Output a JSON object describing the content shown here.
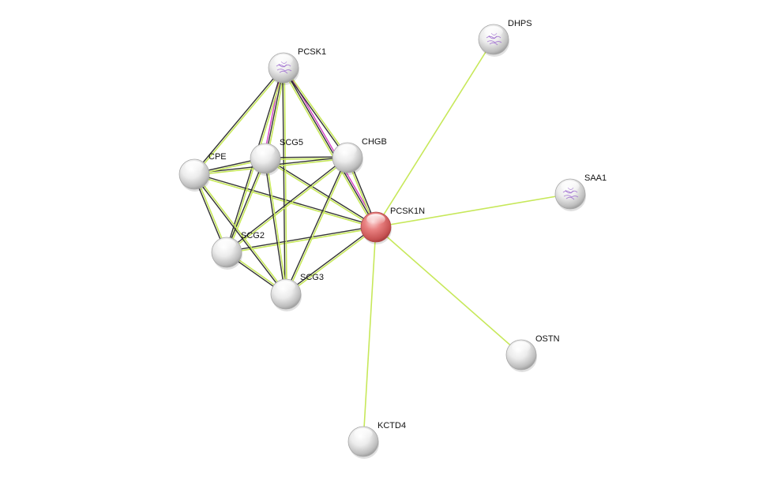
{
  "network": {
    "query_node": "PCSK1N",
    "colors": {
      "query_node": "#e06666",
      "node": "#e6e6e6",
      "edge_textmining": "#c7e85a",
      "edge_coexpression": "#333333",
      "edge_experimental": "#d43fc4",
      "structure_glyph": "#a070d0"
    },
    "nodes": [
      {
        "id": "PCSK1N",
        "label": "PCSK1N",
        "is_query": true,
        "has_structure": false
      },
      {
        "id": "PCSK1",
        "label": "PCSK1",
        "is_query": false,
        "has_structure": true
      },
      {
        "id": "CHGB",
        "label": "CHGB",
        "is_query": false,
        "has_structure": false
      },
      {
        "id": "SCG5",
        "label": "SCG5",
        "is_query": false,
        "has_structure": false
      },
      {
        "id": "CPE",
        "label": "CPE",
        "is_query": false,
        "has_structure": false
      },
      {
        "id": "SCG2",
        "label": "SCG2",
        "is_query": false,
        "has_structure": false
      },
      {
        "id": "SCG3",
        "label": "SCG3",
        "is_query": false,
        "has_structure": false
      },
      {
        "id": "DHPS",
        "label": "DHPS",
        "is_query": false,
        "has_structure": true
      },
      {
        "id": "SAA1",
        "label": "SAA1",
        "is_query": false,
        "has_structure": true
      },
      {
        "id": "OSTN",
        "label": "OSTN",
        "is_query": false,
        "has_structure": false
      },
      {
        "id": "KCTD4",
        "label": "KCTD4",
        "is_query": false,
        "has_structure": false
      }
    ],
    "edges": [
      {
        "source": "PCSK1N",
        "target": "DHPS",
        "types": [
          "textmining"
        ]
      },
      {
        "source": "PCSK1N",
        "target": "SAA1",
        "types": [
          "textmining"
        ]
      },
      {
        "source": "PCSK1N",
        "target": "OSTN",
        "types": [
          "textmining"
        ]
      },
      {
        "source": "PCSK1N",
        "target": "KCTD4",
        "types": [
          "textmining"
        ]
      },
      {
        "source": "PCSK1N",
        "target": "PCSK1",
        "types": [
          "textmining",
          "coexpression",
          "experimental"
        ]
      },
      {
        "source": "PCSK1N",
        "target": "CHGB",
        "types": [
          "textmining",
          "coexpression"
        ]
      },
      {
        "source": "PCSK1N",
        "target": "SCG5",
        "types": [
          "textmining",
          "coexpression"
        ]
      },
      {
        "source": "PCSK1N",
        "target": "CPE",
        "types": [
          "textmining",
          "coexpression"
        ]
      },
      {
        "source": "PCSK1N",
        "target": "SCG2",
        "types": [
          "textmining",
          "coexpression"
        ]
      },
      {
        "source": "PCSK1N",
        "target": "SCG3",
        "types": [
          "textmining",
          "coexpression"
        ]
      },
      {
        "source": "PCSK1",
        "target": "CHGB",
        "types": [
          "textmining",
          "coexpression"
        ]
      },
      {
        "source": "PCSK1",
        "target": "SCG5",
        "types": [
          "textmining",
          "coexpression",
          "experimental"
        ]
      },
      {
        "source": "PCSK1",
        "target": "CPE",
        "types": [
          "textmining",
          "coexpression"
        ]
      },
      {
        "source": "PCSK1",
        "target": "SCG2",
        "types": [
          "textmining",
          "coexpression"
        ]
      },
      {
        "source": "PCSK1",
        "target": "SCG3",
        "types": [
          "textmining",
          "coexpression"
        ]
      },
      {
        "source": "CHGB",
        "target": "SCG5",
        "types": [
          "textmining",
          "coexpression"
        ]
      },
      {
        "source": "CHGB",
        "target": "CPE",
        "types": [
          "textmining",
          "coexpression"
        ]
      },
      {
        "source": "CHGB",
        "target": "SCG2",
        "types": [
          "textmining",
          "coexpression"
        ]
      },
      {
        "source": "CHGB",
        "target": "SCG3",
        "types": [
          "textmining",
          "coexpression"
        ]
      },
      {
        "source": "SCG5",
        "target": "CPE",
        "types": [
          "textmining",
          "coexpression"
        ]
      },
      {
        "source": "SCG5",
        "target": "SCG2",
        "types": [
          "textmining",
          "coexpression"
        ]
      },
      {
        "source": "SCG5",
        "target": "SCG3",
        "types": [
          "textmining",
          "coexpression"
        ]
      },
      {
        "source": "CPE",
        "target": "SCG2",
        "types": [
          "textmining",
          "coexpression"
        ]
      },
      {
        "source": "CPE",
        "target": "SCG3",
        "types": [
          "textmining",
          "coexpression"
        ]
      },
      {
        "source": "SCG2",
        "target": "SCG3",
        "types": [
          "textmining",
          "coexpression"
        ]
      }
    ]
  }
}
